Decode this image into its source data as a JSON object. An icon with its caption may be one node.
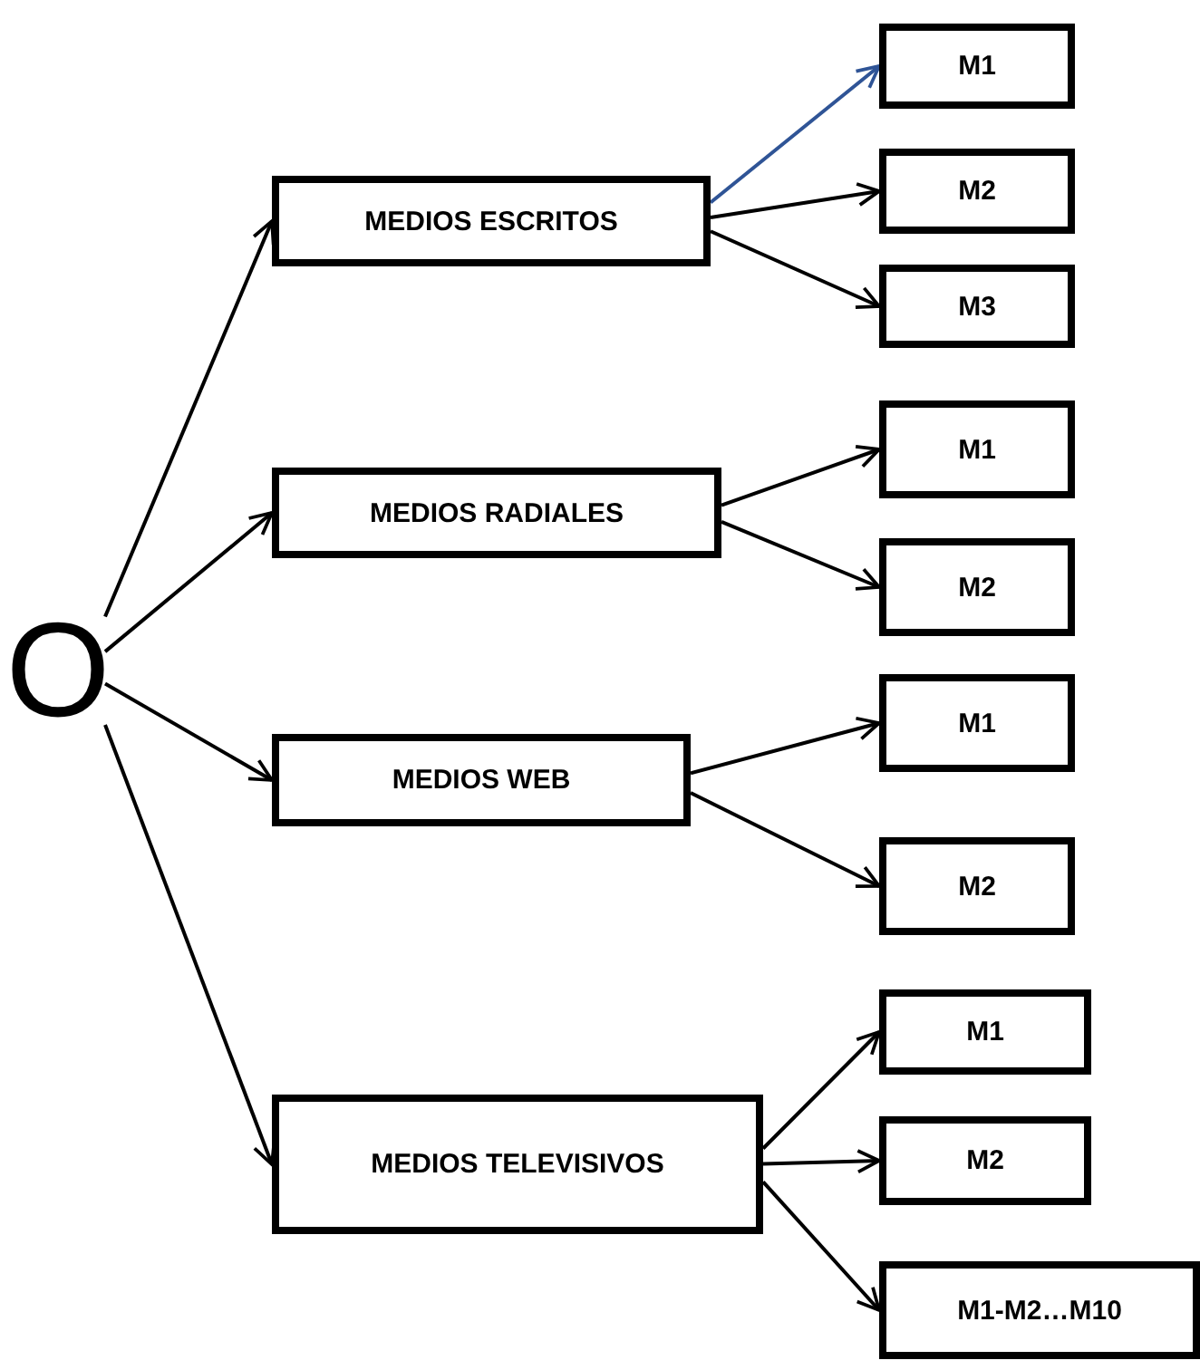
{
  "diagram": {
    "nodes": [
      {
        "text": [
          "O"
        ]
      },
      {
        "text": [
          "MEDIOS ESCRITOS"
        ]
      },
      {
        "text": [
          "M1"
        ]
      },
      {
        "text": [
          "M2"
        ]
      },
      {
        "text": [
          "M3"
        ]
      },
      {
        "text": [
          "MEDIOS RADIALES"
        ]
      },
      {
        "text": [
          "M1"
        ]
      },
      {
        "text": [
          "M2"
        ]
      },
      {
        "text": [
          "MEDIOS WEB"
        ]
      },
      {
        "text": [
          "M1"
        ]
      },
      {
        "text": [
          "M2"
        ]
      },
      {
        "text": [
          "MEDIOS TELEVISIVOS"
        ]
      },
      {
        "text": [
          "M1"
        ]
      },
      {
        "text": [
          "M2"
        ]
      },
      {
        "text": [
          "M1-M2…M10"
        ]
      }
    ],
    "edges": [
      {
        "from": 0,
        "to": 1,
        "arrow": "to"
      },
      {
        "from": 0,
        "to": 5,
        "arrow": "to"
      },
      {
        "from": 0,
        "to": 8,
        "arrow": "to"
      },
      {
        "from": 0,
        "to": 11,
        "arrow": "to"
      },
      {
        "from": 1,
        "to": 2,
        "arrow": "to",
        "color": "#2f5496"
      },
      {
        "from": 1,
        "to": 3,
        "arrow": "to"
      },
      {
        "from": 1,
        "to": 4,
        "arrow": "to"
      },
      {
        "from": 5,
        "to": 6,
        "arrow": "to"
      },
      {
        "from": 5,
        "to": 7,
        "arrow": "to"
      },
      {
        "from": 8,
        "to": 9,
        "arrow": "to"
      },
      {
        "from": 8,
        "to": 10,
        "arrow": "to"
      },
      {
        "from": 11,
        "to": 12,
        "arrow": "to"
      },
      {
        "from": 11,
        "to": 13,
        "arrow": "to"
      },
      {
        "from": 11,
        "to": 14,
        "arrow": "to"
      }
    ]
  }
}
